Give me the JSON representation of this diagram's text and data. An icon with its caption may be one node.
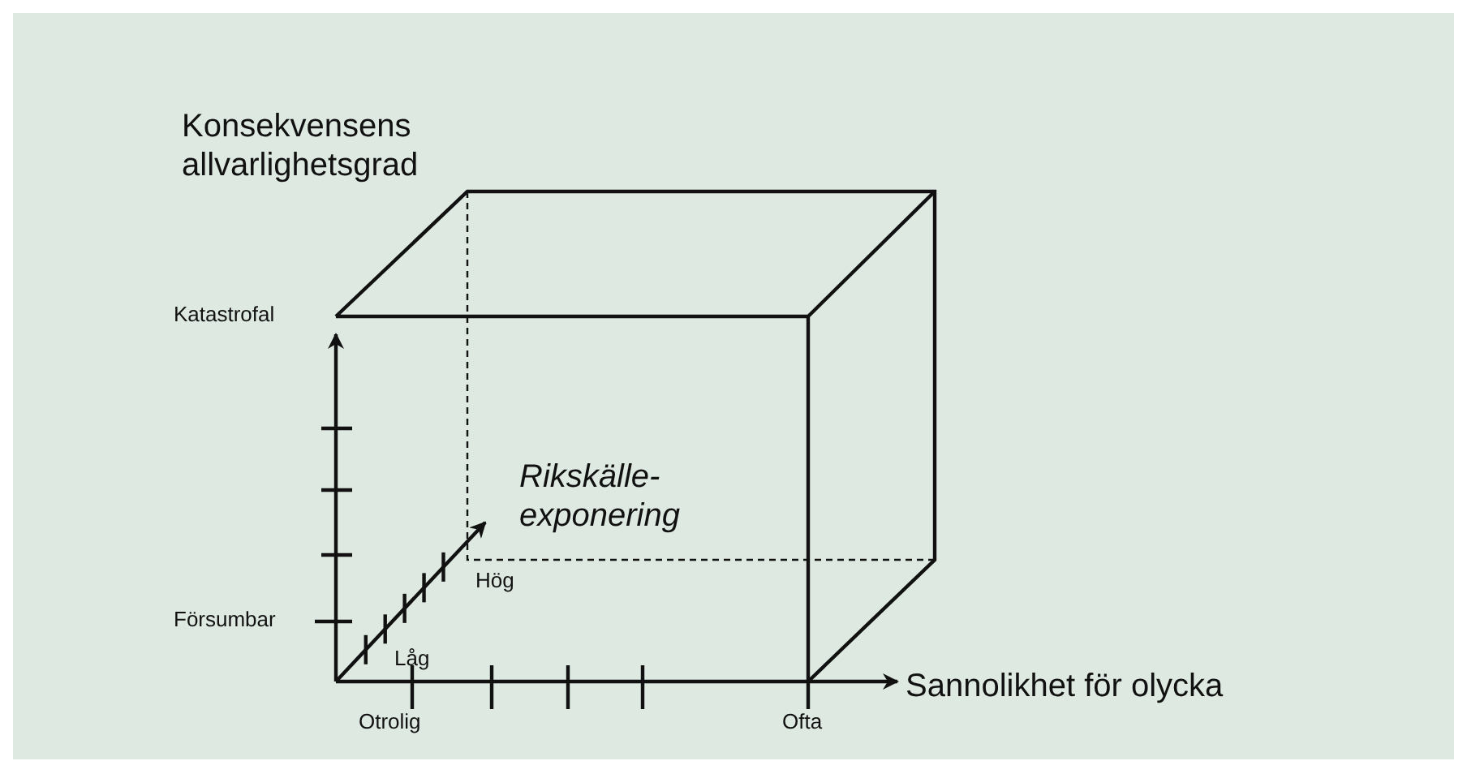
{
  "diagram": {
    "labels": [
      "Konsekvensens allvarlighetsgrad",
      "Katastrofal",
      "Rikskälle- exponering",
      "Hög",
      "Försumbar",
      "Låg",
      "Sannolikhet för olycka",
      "Otrolig",
      "Ofta"
    ]
  }
}
